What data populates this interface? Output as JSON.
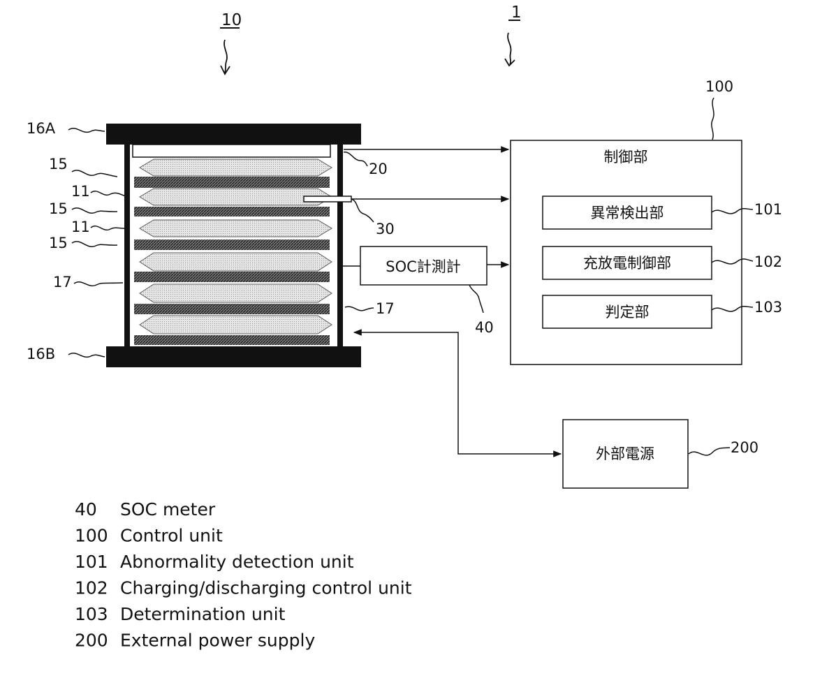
{
  "figure": {
    "system_ref": "1",
    "battery_ref": "10",
    "labels": {
      "end_plate_top": "16A",
      "end_plate_bottom": "16B",
      "separator_a": "15",
      "separator_b": "15",
      "separator_c": "15",
      "cell_a": "11",
      "cell_b": "11",
      "side_left": "17",
      "side_right": "17",
      "sensor_20": "20",
      "sensor_30": "30",
      "meter_40": "40",
      "control_100": "100",
      "sub_101": "101",
      "sub_102": "102",
      "sub_103": "103",
      "power_200": "200"
    },
    "boxes": {
      "control_title": "制御部",
      "abnormality": "異常検出部",
      "charge_control": "充放電制御部",
      "determination": "判定部",
      "soc_meter": "SOC計測計",
      "external_power": "外部電源"
    }
  },
  "legend": [
    {
      "num": "40",
      "text": "SOC meter"
    },
    {
      "num": "100",
      "text": "Control unit"
    },
    {
      "num": "101",
      "text": "Abnormality detection unit"
    },
    {
      "num": "102",
      "text": "Charging/discharging control unit"
    },
    {
      "num": "103",
      "text": "Determination unit"
    },
    {
      "num": "200",
      "text": "External power supply"
    }
  ]
}
